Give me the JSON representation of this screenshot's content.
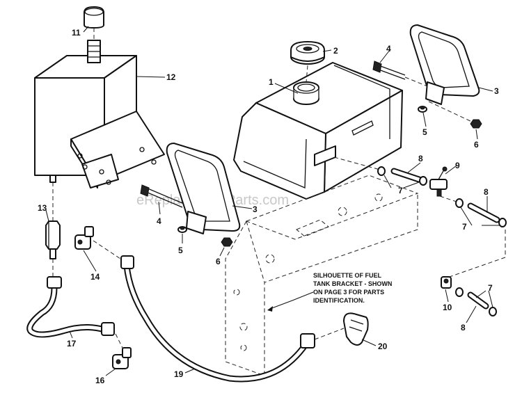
{
  "watermark": "eReplacementParts.com",
  "note": {
    "lines": [
      "SILHOUETTE OF FUEL",
      "TANK BRACKET - SHOWN",
      "ON PAGE 3 FOR PARTS",
      "IDENTIFICATION."
    ]
  },
  "callouts": {
    "c1": "1",
    "c2": "2",
    "c3a": "3",
    "c3b": "3",
    "c4a": "4",
    "c4b": "4",
    "c5a": "5",
    "c5b": "5",
    "c6a": "6",
    "c6b": "6",
    "c7a": "7",
    "c7b": "7",
    "c7c": "7",
    "c8a": "8",
    "c8b": "8",
    "c8c": "8",
    "c9": "9",
    "c10": "10",
    "c11": "11",
    "c12": "12",
    "c13": "13",
    "c14": "14",
    "c16": "16",
    "c17": "17",
    "c19": "19",
    "c20": "20"
  }
}
